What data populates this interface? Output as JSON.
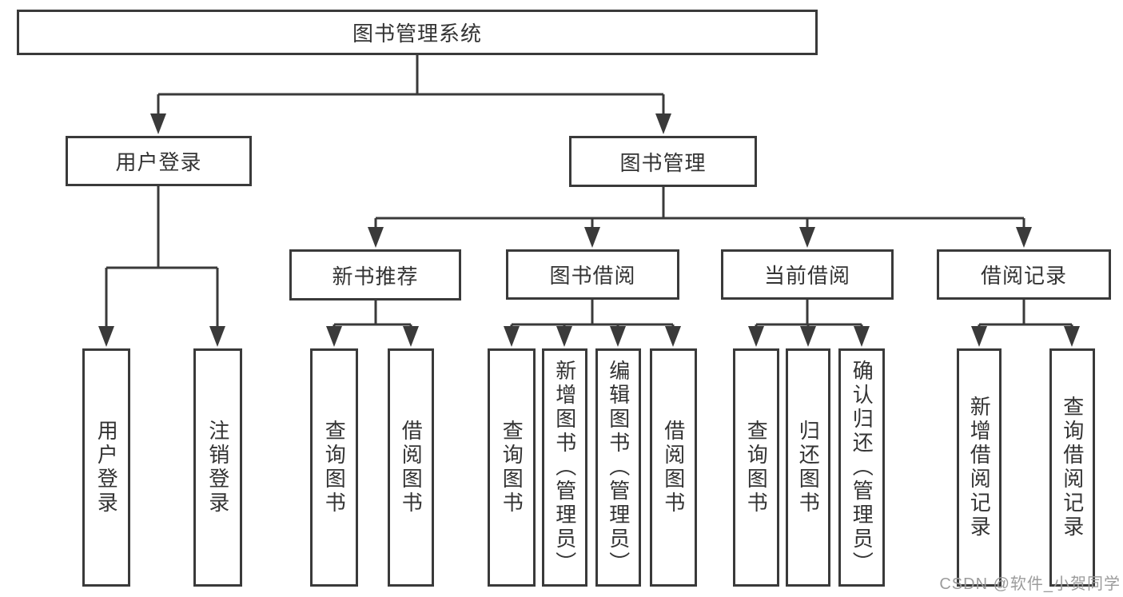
{
  "diagram": {
    "root": {
      "label": "图书管理系统"
    },
    "level2": {
      "user_login": {
        "label": "用户登录"
      },
      "book_mgmt": {
        "label": "图书管理"
      }
    },
    "level3": {
      "new_books": {
        "label": "新书推荐"
      },
      "book_borrow": {
        "label": "图书借阅"
      },
      "current_borrow": {
        "label": "当前借阅"
      },
      "borrow_records": {
        "label": "借阅记录"
      }
    },
    "leaves": {
      "user_login": [
        "用户登录",
        "注销登录"
      ],
      "new_books": [
        "查询图书",
        "借阅图书"
      ],
      "book_borrow": [
        "查询图书",
        "新增图书（管理员）",
        "编辑图书（管理员）",
        "借阅图书"
      ],
      "current_borrow": [
        "查询图书",
        "归还图书",
        "确认归还（管理员）"
      ],
      "borrow_records": [
        "新增借阅记录",
        "查询借阅记录"
      ]
    }
  },
  "watermark": {
    "label": "CSDN @软件_小贺同学"
  },
  "colors": {
    "line": "#3a3a3a",
    "text": "#333333",
    "box_background": "#ffffff",
    "watermark": "#9c9c9c"
  }
}
